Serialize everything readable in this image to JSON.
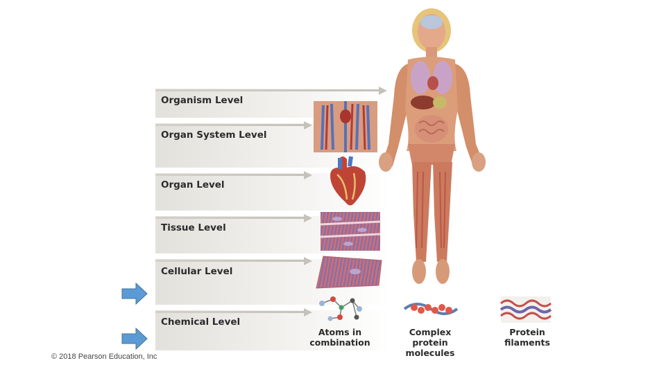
{
  "levels": [
    {
      "label": "Organism Level"
    },
    {
      "label": "Organ System Level"
    },
    {
      "label": "Organ Level"
    },
    {
      "label": "Tissue Level"
    },
    {
      "label": "Cellular Level"
    },
    {
      "label": "Chemical Level"
    }
  ],
  "chemical_captions": {
    "atoms": [
      "Atoms in",
      "combination"
    ],
    "protein": [
      "Complex",
      "protein",
      "molecules"
    ],
    "filaments": [
      "Protein",
      "filaments"
    ]
  },
  "copyright": "© 2018 Pearson Education, Inc",
  "colors": {
    "pointer_arrow": "#5b9bd5",
    "band": "#e6e5e0",
    "skin": "#e0a67c",
    "muscle": "#c8665a"
  }
}
